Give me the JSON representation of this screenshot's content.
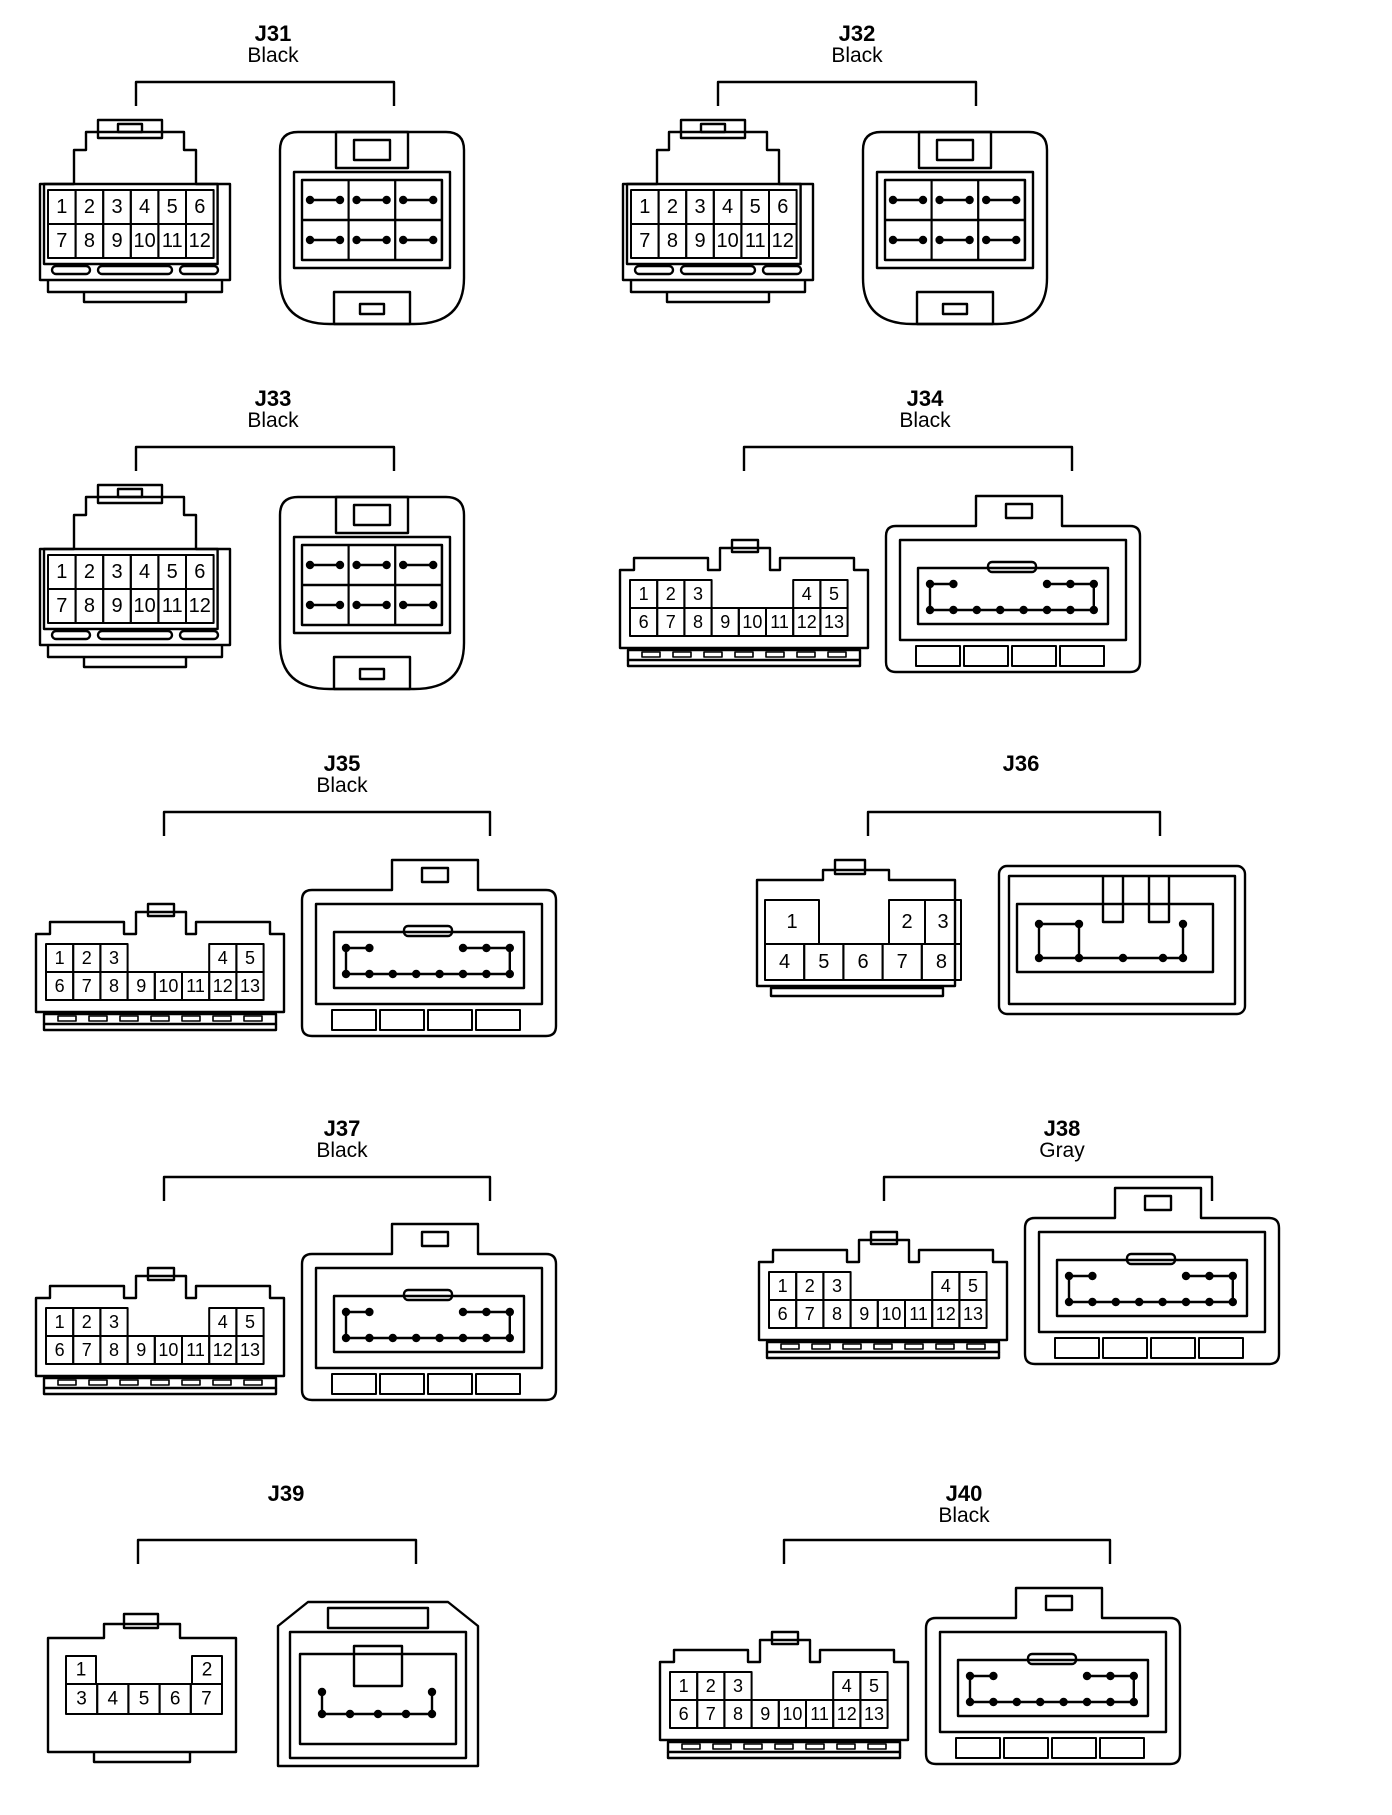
{
  "connectors": [
    {
      "id": "J31",
      "color": "Black",
      "style": "A",
      "pins": [
        [
          "1",
          "2",
          "3",
          "4",
          "5",
          "6"
        ],
        [
          "7",
          "8",
          "9",
          "10",
          "11",
          "12"
        ]
      ]
    },
    {
      "id": "J32",
      "color": "Black",
      "style": "A",
      "pins": [
        [
          "1",
          "2",
          "3",
          "4",
          "5",
          "6"
        ],
        [
          "7",
          "8",
          "9",
          "10",
          "11",
          "12"
        ]
      ]
    },
    {
      "id": "J33",
      "color": "Black",
      "style": "A",
      "pins": [
        [
          "1",
          "2",
          "3",
          "4",
          "5",
          "6"
        ],
        [
          "7",
          "8",
          "9",
          "10",
          "11",
          "12"
        ]
      ]
    },
    {
      "id": "J34",
      "color": "Black",
      "style": "B",
      "pins": [
        [
          "1",
          "2",
          "3",
          "4",
          "5"
        ],
        [
          "6",
          "7",
          "8",
          "9",
          "10",
          "11",
          "12",
          "13"
        ]
      ]
    },
    {
      "id": "J35",
      "color": "Black",
      "style": "B",
      "pins": [
        [
          "1",
          "2",
          "3",
          "4",
          "5"
        ],
        [
          "6",
          "7",
          "8",
          "9",
          "10",
          "11",
          "12",
          "13"
        ]
      ]
    },
    {
      "id": "J36",
      "color": "",
      "style": "C",
      "pins": [
        [
          "1",
          "2",
          "3"
        ],
        [
          "4",
          "5",
          "6",
          "7",
          "8"
        ]
      ]
    },
    {
      "id": "J37",
      "color": "Black",
      "style": "B",
      "pins": [
        [
          "1",
          "2",
          "3",
          "4",
          "5"
        ],
        [
          "6",
          "7",
          "8",
          "9",
          "10",
          "11",
          "12",
          "13"
        ]
      ]
    },
    {
      "id": "J38",
      "color": "Gray",
      "style": "B",
      "pins": [
        [
          "1",
          "2",
          "3",
          "4",
          "5"
        ],
        [
          "6",
          "7",
          "8",
          "9",
          "10",
          "11",
          "12",
          "13"
        ]
      ]
    },
    {
      "id": "J39",
      "color": "",
      "style": "D",
      "pins": [
        [
          "1",
          "2"
        ],
        [
          "3",
          "4",
          "5",
          "6",
          "7"
        ]
      ]
    },
    {
      "id": "J40",
      "color": "Black",
      "style": "B",
      "pins": [
        [
          "1",
          "2",
          "3",
          "4",
          "5"
        ],
        [
          "6",
          "7",
          "8",
          "9",
          "10",
          "11",
          "12",
          "13"
        ]
      ]
    }
  ]
}
